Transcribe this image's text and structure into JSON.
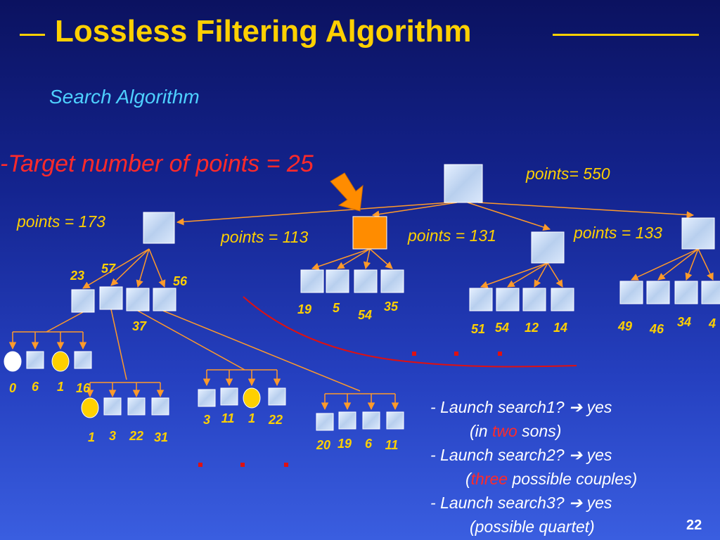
{
  "title": "Lossless Filtering Algorithm",
  "subtitle": "Search Algorithm",
  "target_text": "-Target number of points = 25",
  "root_label": "points= 550",
  "child_labels": [
    "points = 173",
    "points = 113",
    "points = 131",
    "points = 133"
  ],
  "node_labels": {
    "c1_children": [
      "23",
      "57",
      "56",
      "37"
    ],
    "c2_children": [
      "19",
      "5",
      "54",
      "35"
    ],
    "c3_children": [
      "51",
      "54",
      "12",
      "14"
    ],
    "c4_children": [
      "49",
      "46",
      "34",
      "4"
    ],
    "g23": [
      "0",
      "6",
      "1",
      "16"
    ],
    "g57": [
      "1",
      "3",
      "22",
      "31"
    ],
    "g56": [
      "3",
      "11",
      "1",
      "22"
    ],
    "g37": [
      "20",
      "19",
      "6",
      "11"
    ]
  },
  "bullets": {
    "l1_prefix": "- ",
    "l1_text": "Launch search1?",
    "l1_arrow": "➔",
    "l1_yes": " yes",
    "l1_sub_a": "(in ",
    "l1_sub_red": "two",
    "l1_sub_b": " sons)",
    "l2_prefix": "- ",
    "l2_text": "Launch search2?",
    "l2_arrow": "➔",
    "l2_yes": " yes",
    "l2_sub_a": "(",
    "l2_sub_red": "three",
    "l2_sub_b": " possible couples)",
    "l3_prefix": "- ",
    "l3_text": "Launch search3?",
    "l3_arrow": "➔",
    "l3_yes": " yes",
    "l3_sub": "(possible quartet)"
  },
  "page_number": "22",
  "colors": {
    "title": "#ffd000",
    "subtitle": "#4ed0ff",
    "target": "#ff2a2a",
    "selected_node": "#ff8c00",
    "highlight_node": "#ffd000",
    "edge": "#ff9a2a",
    "curve": "#e01010"
  }
}
